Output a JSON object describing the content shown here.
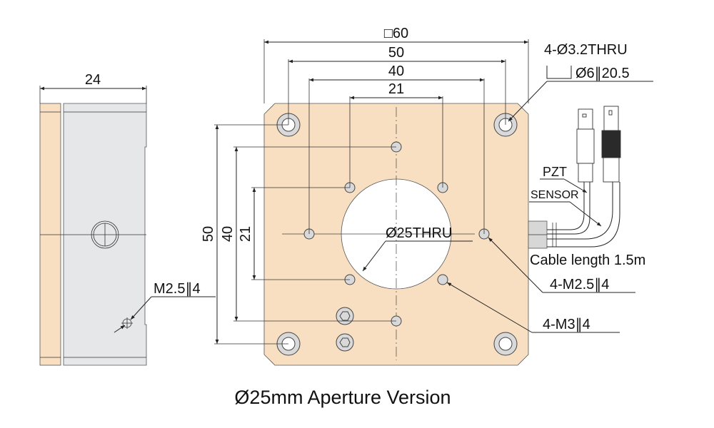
{
  "side_view": {
    "width_dim": "24",
    "tap_label": "M2.5∥4"
  },
  "top_view": {
    "outer_dim": "□60",
    "hole_spacing_dims": [
      "50",
      "40",
      "21"
    ],
    "vertical_dims": [
      "50",
      "40",
      "21"
    ],
    "aperture_label": "Ø25THRU",
    "corner_holes_label": "4-Ø3.2THRU",
    "counterbore_label": "Ø6∥20.5",
    "m25_label": "4-M2.5∥4",
    "m3_label": "4-M3∥4"
  },
  "cable": {
    "pzt_label": "PZT",
    "sensor_label": "SENSOR",
    "length_label": "Cable length 1.5m"
  },
  "caption": "Ø25mm Aperture Version",
  "colors": {
    "plate": "#f8dfc2",
    "side_body": "#e6e7e9",
    "hole_ring": "#d9d9d9"
  }
}
